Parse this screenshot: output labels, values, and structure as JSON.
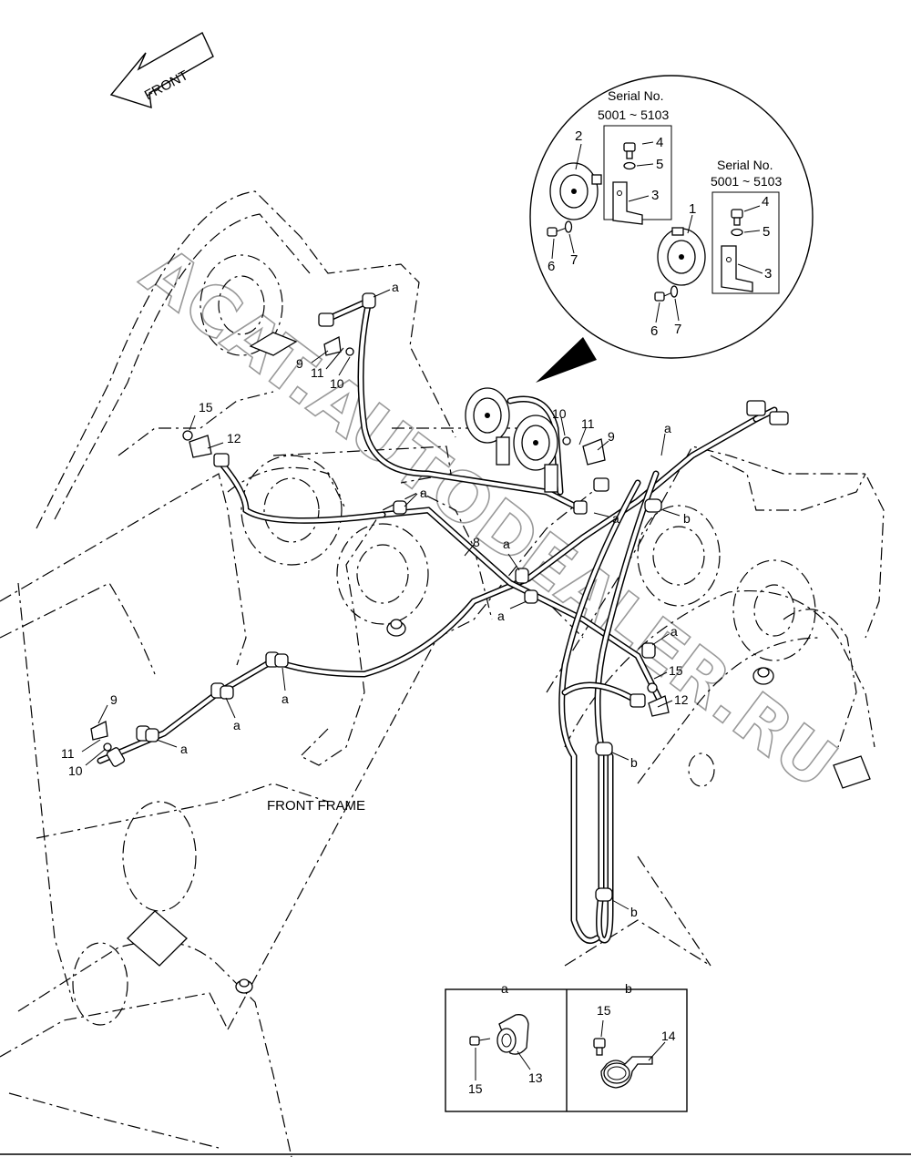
{
  "front_arrow": "FRONT",
  "frame_label": "FRONT FRAME",
  "watermark": "ACAT.AUTODEALER.RU",
  "detail": {
    "left_serial": {
      "line1": "Serial No.",
      "line2": "5001 ~ 5103"
    },
    "right_serial": {
      "line1": "Serial No.",
      "line2": "5001 ~ 5103"
    },
    "labels": [
      "2",
      "4",
      "5",
      "3",
      "6",
      "7",
      "1",
      "4",
      "5",
      "3",
      "6",
      "7"
    ]
  },
  "callouts": {
    "upper_left": [
      "a",
      "9",
      "11",
      "10",
      "15",
      "12"
    ],
    "horns": [
      "10",
      "11",
      "9"
    ],
    "center": [
      "a",
      "a",
      "8",
      "a",
      "a",
      "a",
      "b",
      "a"
    ],
    "right": [
      "a",
      "15",
      "12",
      "b",
      "b"
    ],
    "lower_left": [
      "a",
      "a",
      "a",
      "9",
      "11",
      "10"
    ]
  },
  "legend": {
    "col_a": {
      "header": "a",
      "bolt": "15",
      "clamp": "13"
    },
    "col_b": {
      "header": "b",
      "bolt": "15",
      "clamp": "14"
    }
  }
}
